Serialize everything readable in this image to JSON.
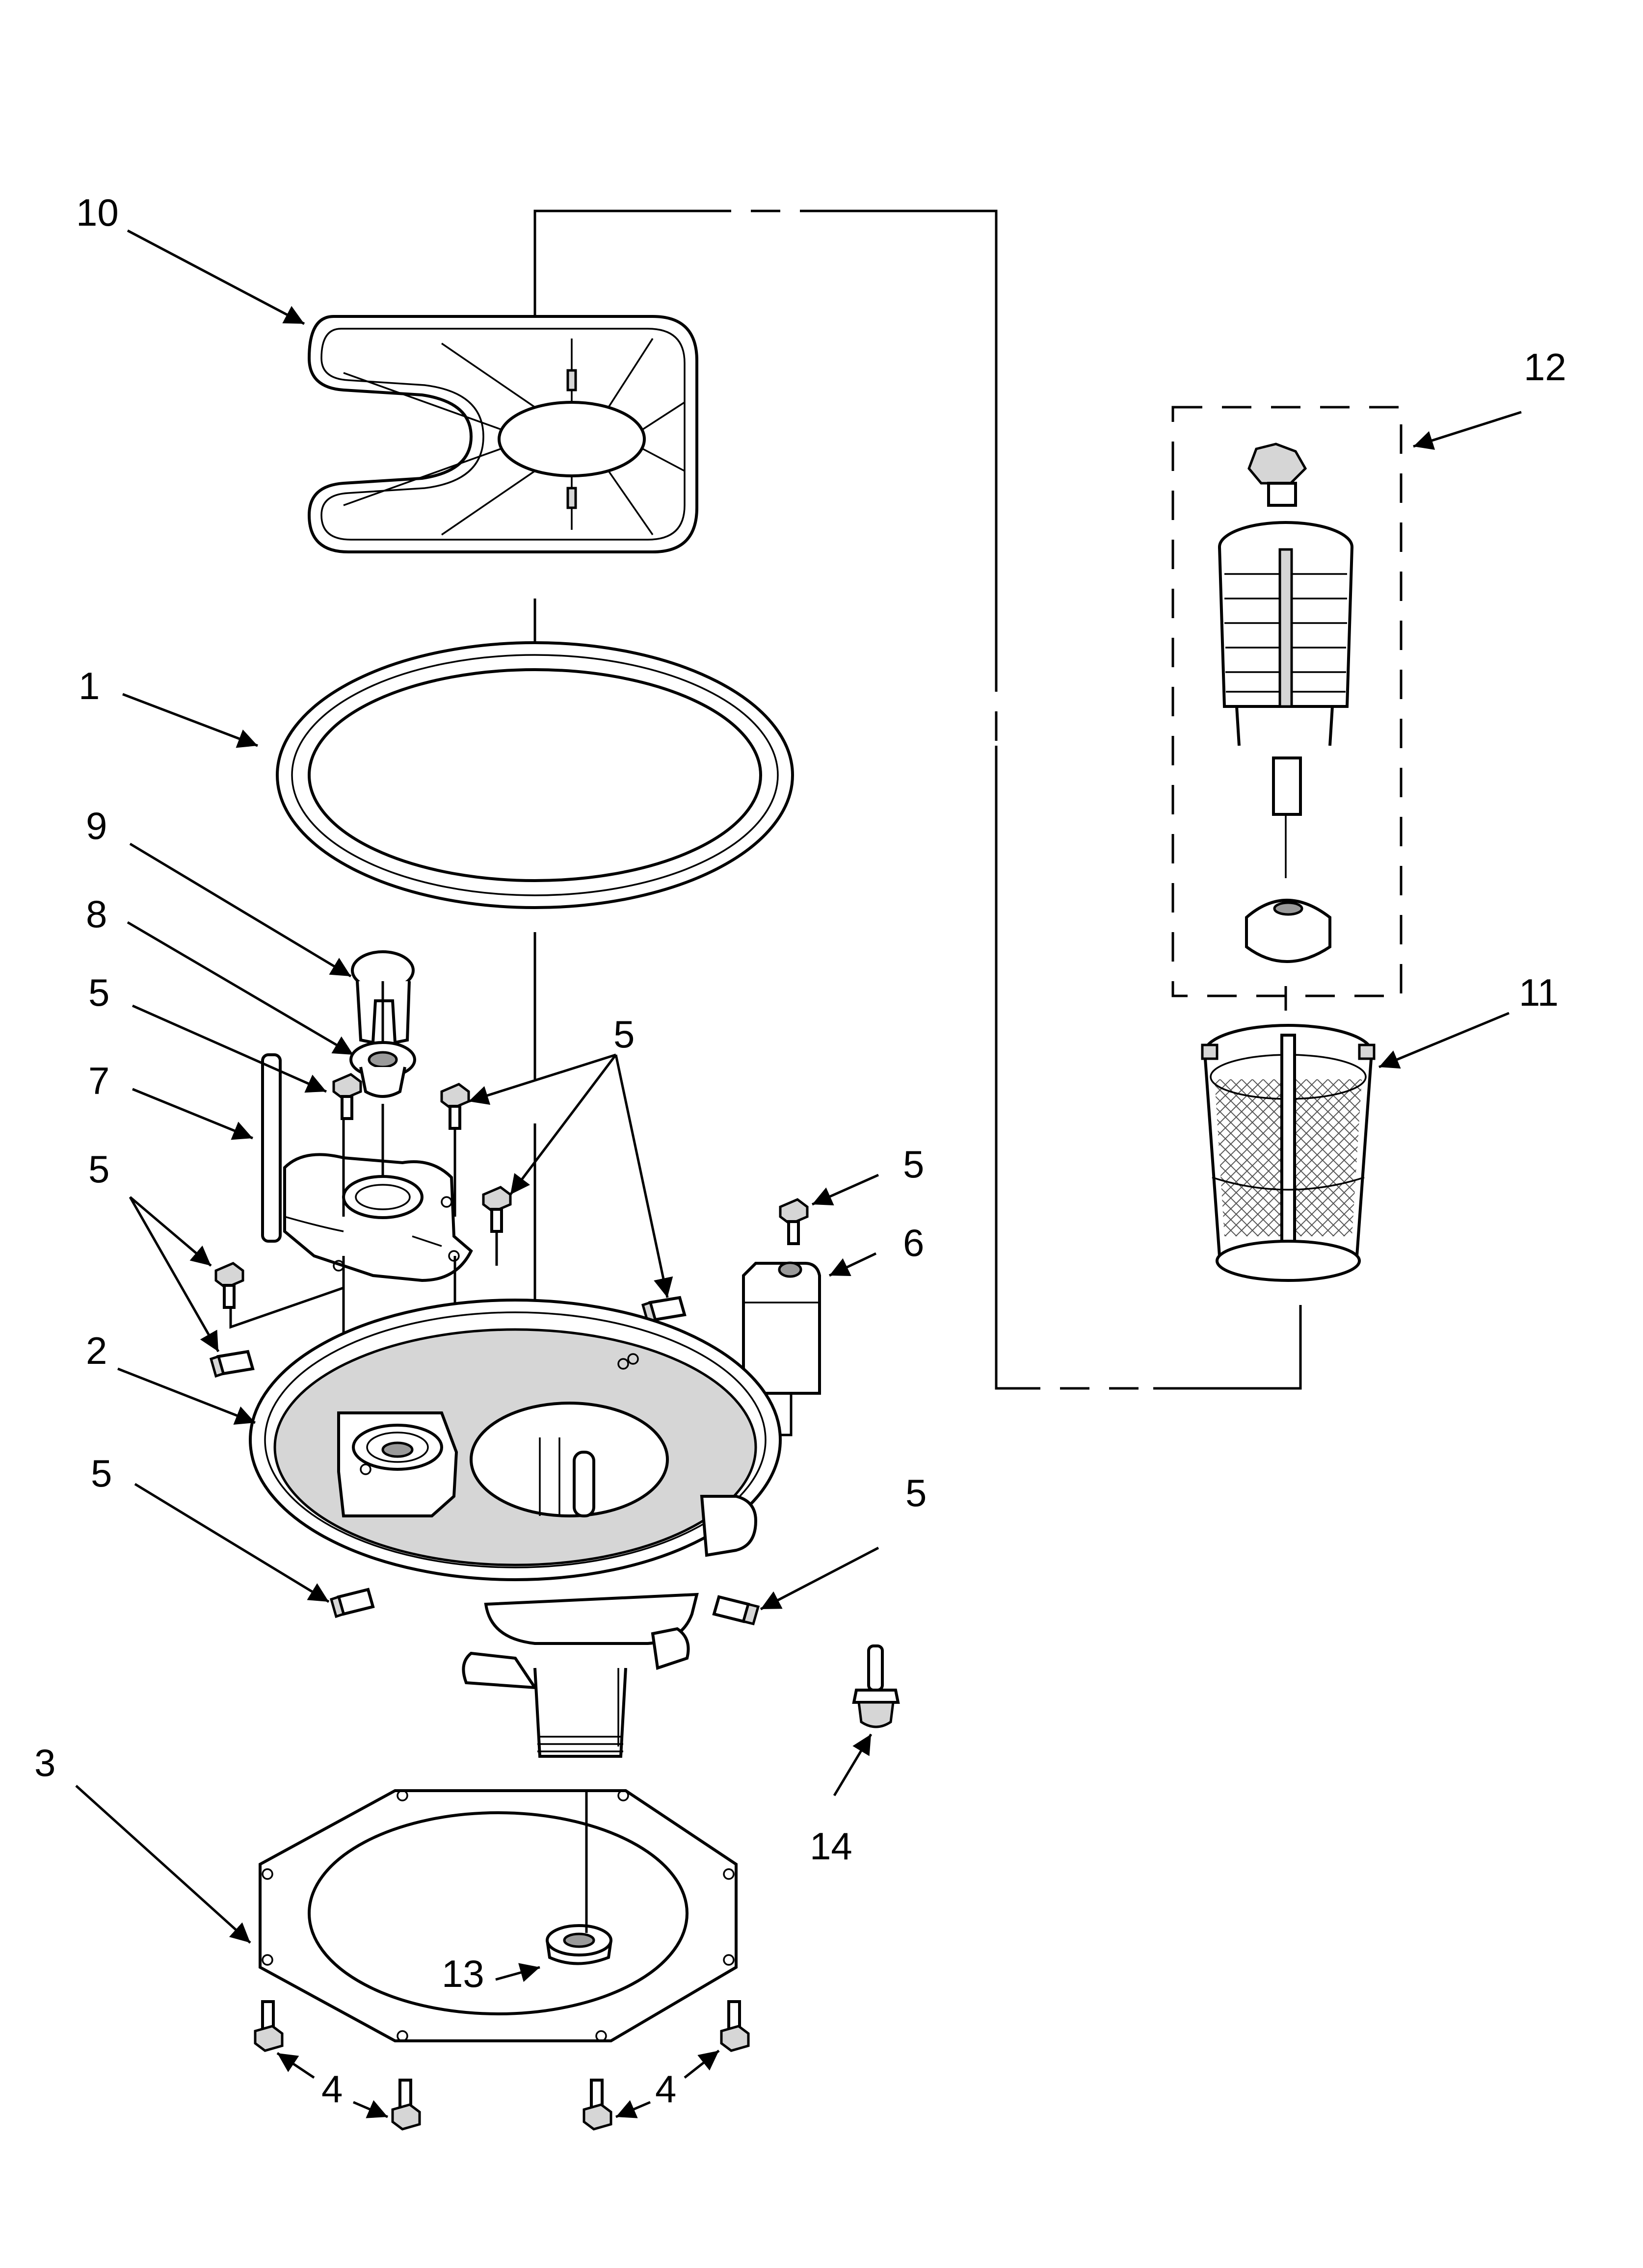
{
  "diagram": {
    "callouts": [
      {
        "id": "10",
        "text": "10"
      },
      {
        "id": "1",
        "text": "1"
      },
      {
        "id": "9",
        "text": "9"
      },
      {
        "id": "8",
        "text": "8"
      },
      {
        "id": "5a",
        "text": "5"
      },
      {
        "id": "7",
        "text": "7"
      },
      {
        "id": "5b",
        "text": "5"
      },
      {
        "id": "2",
        "text": "2"
      },
      {
        "id": "5c",
        "text": "5"
      },
      {
        "id": "5d",
        "text": "5"
      },
      {
        "id": "5e",
        "text": "5"
      },
      {
        "id": "6",
        "text": "6"
      },
      {
        "id": "5f",
        "text": "5"
      },
      {
        "id": "12",
        "text": "12"
      },
      {
        "id": "11",
        "text": "11"
      },
      {
        "id": "3",
        "text": "3"
      },
      {
        "id": "13",
        "text": "13"
      },
      {
        "id": "14",
        "text": "14"
      },
      {
        "id": "4a",
        "text": "4"
      },
      {
        "id": "4b",
        "text": "4"
      }
    ]
  }
}
